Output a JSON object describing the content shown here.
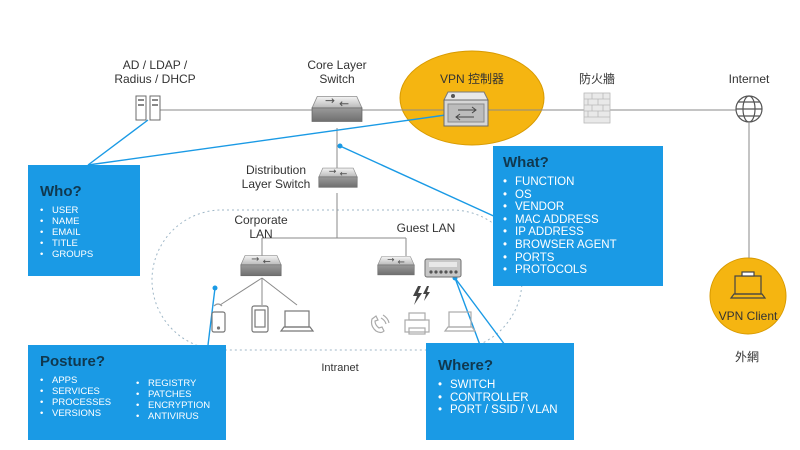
{
  "nodes": {
    "ad_ldap": {
      "label_line1": "AD / LDAP /",
      "label_line2": "Radius / DHCP"
    },
    "core_switch": {
      "label_line1": "Core Layer",
      "label_line2": "Switch"
    },
    "vpn_controller": {
      "label": "VPN 控制器"
    },
    "firewall": {
      "label": "防火牆"
    },
    "internet": {
      "label": "Internet"
    },
    "distribution_switch": {
      "label_line1": "Distribution",
      "label_line2": "Layer Switch"
    },
    "corporate_lan": {
      "label_line1": "Corporate",
      "label_line2": "LAN"
    },
    "guest_lan": {
      "label": "Guest LAN"
    },
    "intranet": {
      "label": "Intranet"
    },
    "vpn_client": {
      "label": "VPN Client"
    },
    "extranet": {
      "label": "外網"
    }
  },
  "panels": {
    "who": {
      "title": "Who?",
      "items": [
        "USER",
        "NAME",
        "EMAIL",
        "TITLE",
        "GROUPS"
      ]
    },
    "what": {
      "title": "What?",
      "items": [
        "FUNCTION",
        "OS",
        "VENDOR",
        "MAC ADDRESS",
        "IP ADDRESS",
        "BROWSER AGENT",
        "PORTS",
        "PROTOCOLS"
      ]
    },
    "posture": {
      "title": "Posture?",
      "items_left": [
        "APPS",
        "SERVICES",
        "PROCESSES",
        "VERSIONS"
      ],
      "items_right": [
        "REGISTRY",
        "PATCHES",
        "ENCRYPTION",
        "ANTIVIRUS"
      ]
    },
    "where": {
      "title": "Where?",
      "items": [
        "SWITCH",
        "CONTROLLER",
        "PORT / SSID / VLAN"
      ]
    }
  },
  "colors": {
    "panel_blue": "#1a9ae5",
    "panel_title": "#10384f",
    "highlight_yellow": "#f5b511",
    "connector_blue": "#1a9ae5",
    "network_line": "#8a8a8a"
  },
  "icons": [
    "server-icon",
    "switch-icon",
    "vpn-appliance-icon",
    "firewall-icon",
    "globe-icon",
    "laptop-icon",
    "tablet-icon",
    "phone-icon",
    "printer-icon",
    "wireless-controller-icon",
    "lightning-icon"
  ]
}
